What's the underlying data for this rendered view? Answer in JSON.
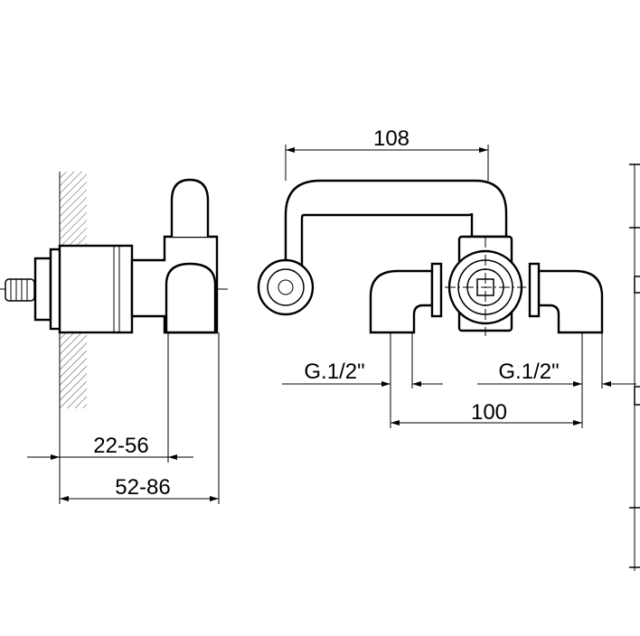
{
  "drawing": {
    "dimensions": {
      "top_width": "108",
      "inlet_spacing": "100",
      "left_thread": "G.1/2\"",
      "right_thread": "G.1/2\"",
      "wall_depth": "22-56",
      "total_depth": "52-86"
    },
    "colors": {
      "line": "#000000",
      "background": "#ffffff"
    }
  }
}
